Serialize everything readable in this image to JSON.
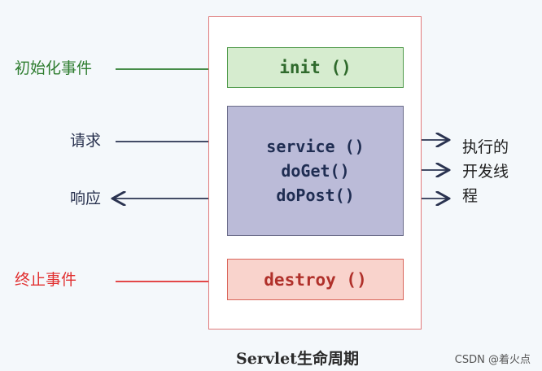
{
  "boxes": {
    "init": "init ()",
    "service_lines": [
      "service ()",
      "doGet()",
      "doPost()"
    ],
    "destroy": "destroy ()"
  },
  "labels": {
    "init_event": "初始化事件",
    "request": "请求",
    "response": "响应",
    "destroy_event": "终止事件",
    "threads": "执行的开发线程"
  },
  "caption": "Servlet生命周期",
  "watermark": "CSDN @着火点",
  "colors": {
    "init": "#2e7d2f",
    "request": "#2a3350",
    "destroy": "#e12f2f",
    "container_border": "#e07a7a"
  }
}
